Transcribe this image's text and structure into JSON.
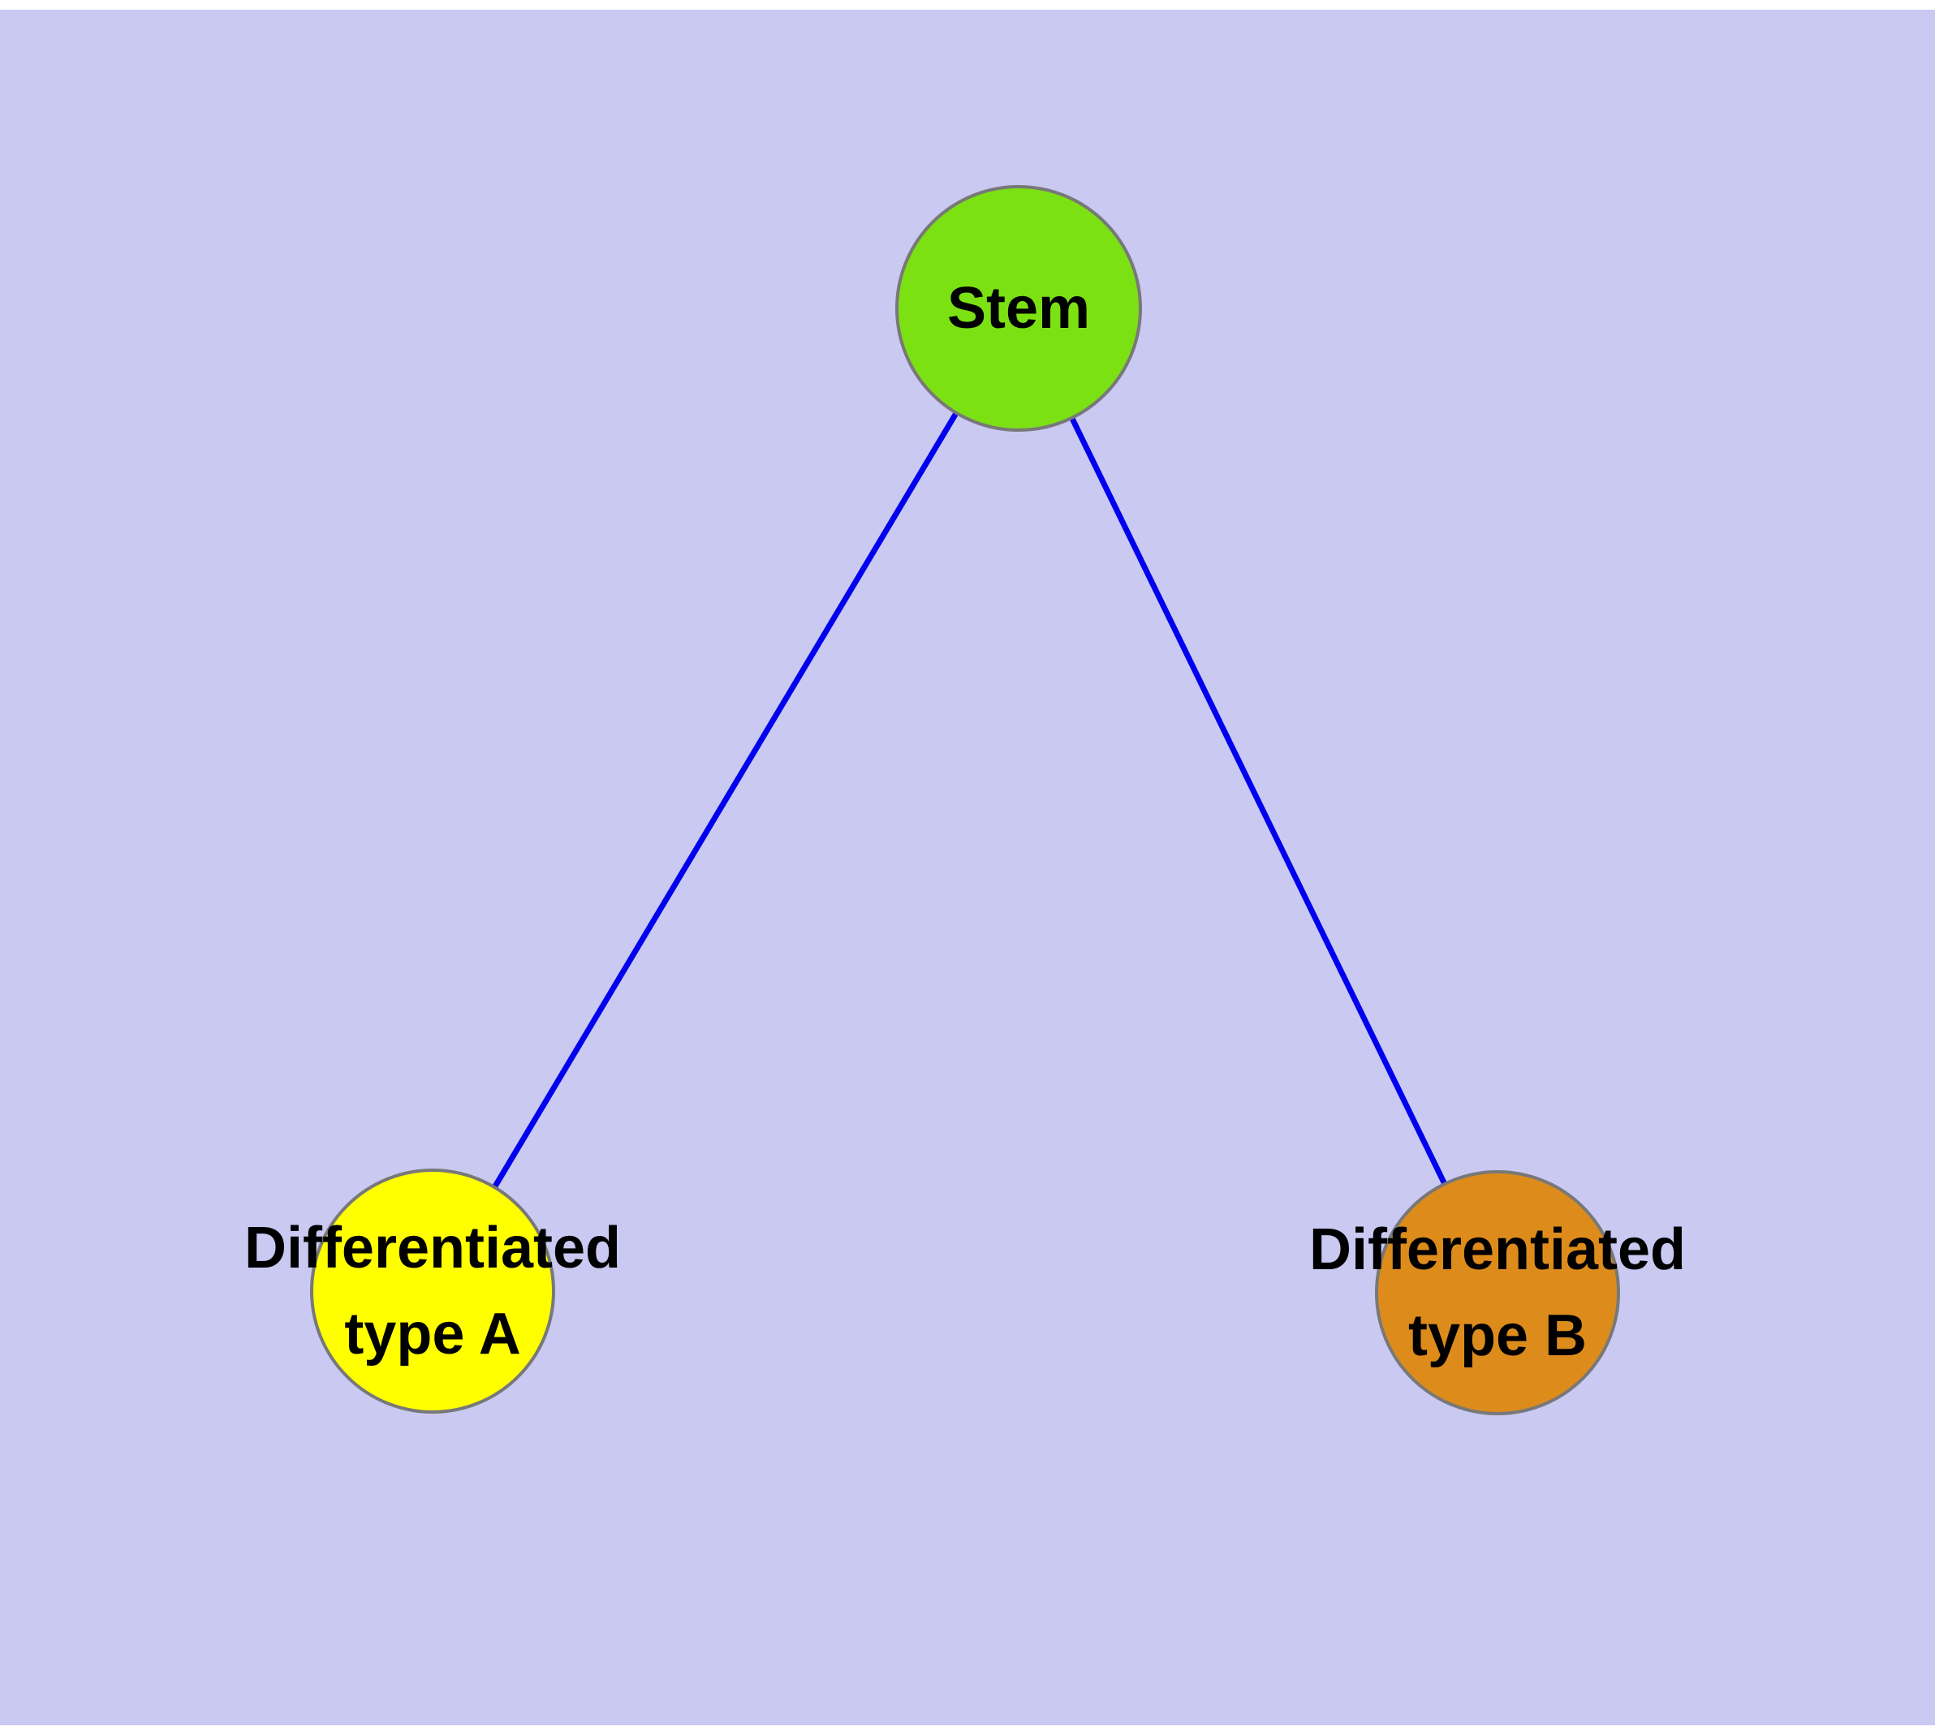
{
  "diagram": {
    "background_color": "#c9c9f2",
    "edge_color": "#0000ee",
    "node_border_color": "#787878",
    "nodes": [
      {
        "id": "stem",
        "label": "Stem",
        "color": "#7be113",
        "shape": "circle"
      },
      {
        "id": "differentiated-type-a",
        "label_line1": "Differentiated",
        "label_line2": "type A",
        "color": "#ffff00",
        "shape": "circle"
      },
      {
        "id": "differentiated-type-b",
        "label_line1": "Differentiated",
        "label_line2": "type B",
        "color": "#dd8c1c",
        "shape": "circle"
      }
    ],
    "edges": [
      {
        "from": "stem",
        "to": "differentiated-type-a"
      },
      {
        "from": "stem",
        "to": "differentiated-type-b"
      }
    ]
  }
}
